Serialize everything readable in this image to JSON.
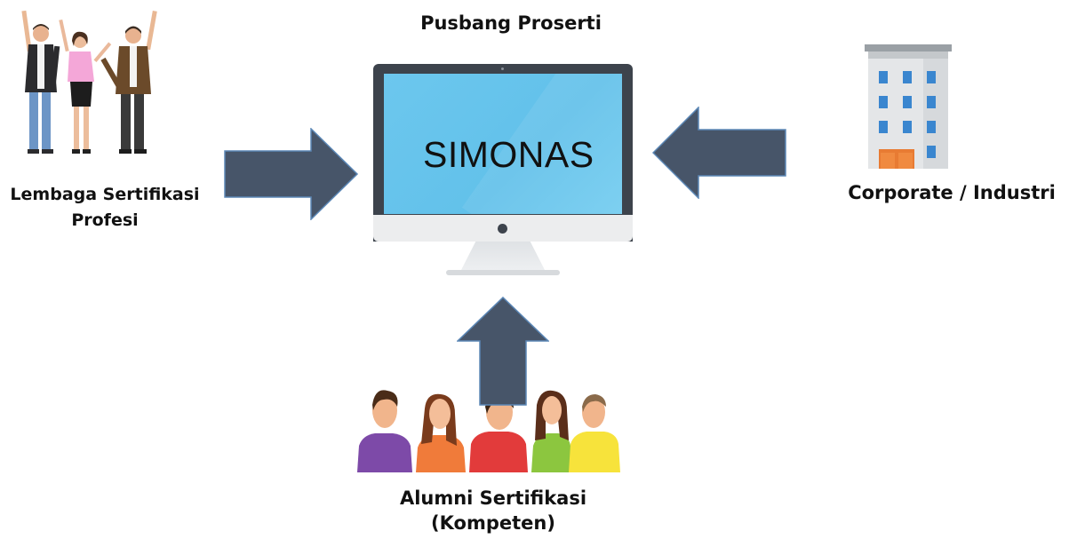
{
  "diagram": {
    "title": "Pusbang Proserti",
    "center": {
      "screen_text": "SIMONAS",
      "icon": "monitor-icon"
    },
    "left": {
      "label_line1": "Lembaga Sertifikasi",
      "label_line2": "Profesi",
      "icon": "waving-people-icon"
    },
    "right": {
      "label": "Corporate / Industri",
      "icon": "office-building-icon"
    },
    "bottom": {
      "label_line1": "Alumni Sertifikasi",
      "label_line2": "(Kompeten)",
      "icon": "people-group-icon"
    },
    "colors": {
      "arrow_fill": "#475569",
      "arrow_stroke": "#5b87b6",
      "screen": "#67c4ec",
      "monitor_frame": "#3d434c"
    }
  }
}
